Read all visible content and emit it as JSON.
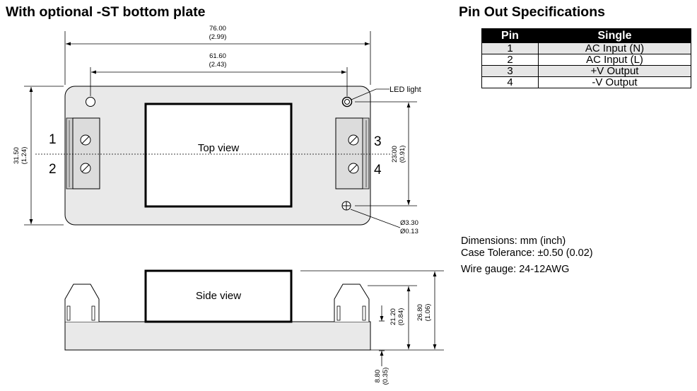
{
  "titles": {
    "left": "With optional -ST bottom plate",
    "right": "Pin Out Specifications"
  },
  "dimensions": {
    "overall_length_mm": "76.00",
    "overall_length_in": "(2.99)",
    "mounting_pitch_mm": "61.60",
    "mounting_pitch_in": "(2.43)",
    "height_mm": "31.50",
    "height_in": "(1.24)",
    "hole_span_mm": "23.00",
    "hole_span_in": "(0.91)",
    "hole_dia_mm": "Ø3.30",
    "hole_dia_in": "Ø0.13",
    "side_body_mm": "21.20",
    "side_body_in": "(0.84)",
    "side_total_mm": "26.80",
    "side_total_in": "(1.06)",
    "plate_mm": "8.80",
    "plate_in": "(0.35)"
  },
  "labels": {
    "led": "LED light",
    "top_view": "Top view",
    "side_view": "Side view",
    "pin1": "1",
    "pin2": "2",
    "pin3": "3",
    "pin4": "4"
  },
  "pin_table": {
    "headers": [
      "Pin",
      "Single"
    ],
    "rows": [
      [
        "1",
        "AC Input (N)"
      ],
      [
        "2",
        "AC Input (L)"
      ],
      [
        "3",
        "+V Output"
      ],
      [
        "4",
        "-V Output"
      ]
    ]
  },
  "notes": {
    "dimensions": "Dimensions: mm (inch)",
    "tolerance": "Case Tolerance: ±0.50 (0.02)",
    "wire": "Wire gauge: 24-12AWG"
  },
  "colors": {
    "plate_fill": "#e9e9e9",
    "terminal_fill": "#dcdcdc",
    "table_header": "#000000",
    "table_row_shade": "#e6e6e6"
  }
}
